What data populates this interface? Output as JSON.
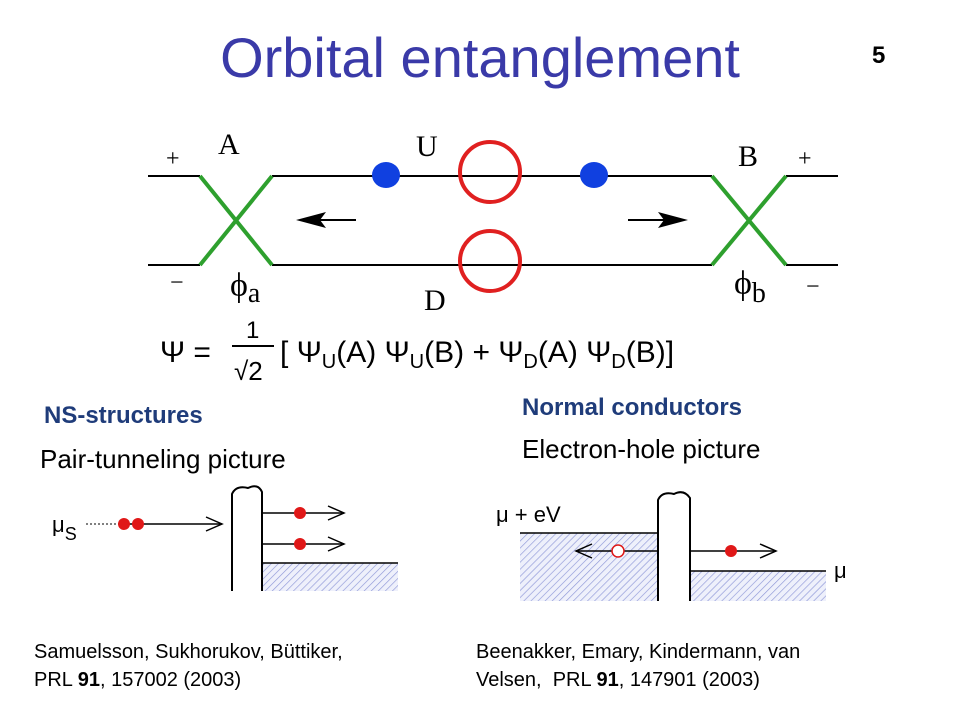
{
  "slide": {
    "title": "Orbital entanglement",
    "number": "5"
  },
  "beam_splitter_diagram": {
    "label_A": "A",
    "label_B": "B",
    "label_U": "U",
    "label_D": "D",
    "plus_left": "+",
    "plus_right": "+",
    "minus_left": "−",
    "minus_right": "−",
    "phi_a_symbol": "ϕ",
    "phi_a_sub": "a",
    "phi_b_symbol": "ϕ",
    "phi_b_sub": "b",
    "colors": {
      "beam_splitter": "#2ea02e",
      "source": "#e02020",
      "particle": "#1040e0"
    }
  },
  "formula": {
    "lhs": "Ψ =",
    "numerator": "1",
    "denominator": "√2",
    "bracket_open": "[",
    "term1_a": "Ψ",
    "term1_a_sub": "U",
    "term1_a_arg": "(A)",
    "term1_b": "Ψ",
    "term1_b_sub": "U",
    "term1_b_arg": "(B)",
    "plus": "+",
    "term2_a": "Ψ",
    "term2_a_sub": "D",
    "term2_a_arg": "(A)",
    "term2_b": "Ψ",
    "term2_b_sub": "D",
    "term2_b_arg": "(B)",
    "bracket_close": "]"
  },
  "ns_structures": {
    "heading": "NS-structures",
    "subheading": "Pair-tunneling picture",
    "mu_symbol": "μ",
    "mu_sub": "S"
  },
  "normal_conductors": {
    "heading": "Normal conductors",
    "subheading": "Electron-hole picture",
    "mu_plus_ev": "μ + eV",
    "mu": "μ"
  },
  "references": {
    "left_line1": "Samuelsson, Sukhorukov, Büttiker,",
    "left_line2_prefix": "PRL ",
    "left_line2_volume": "91",
    "left_line2_suffix": ", 157002 (2003)",
    "right_line1": "Beenakker, Emary, Kindermann, van",
    "right_line2_prefix": "Velsen,  PRL ",
    "right_line2_volume": "91",
    "right_line2_suffix": ", 147901 (2003)"
  }
}
